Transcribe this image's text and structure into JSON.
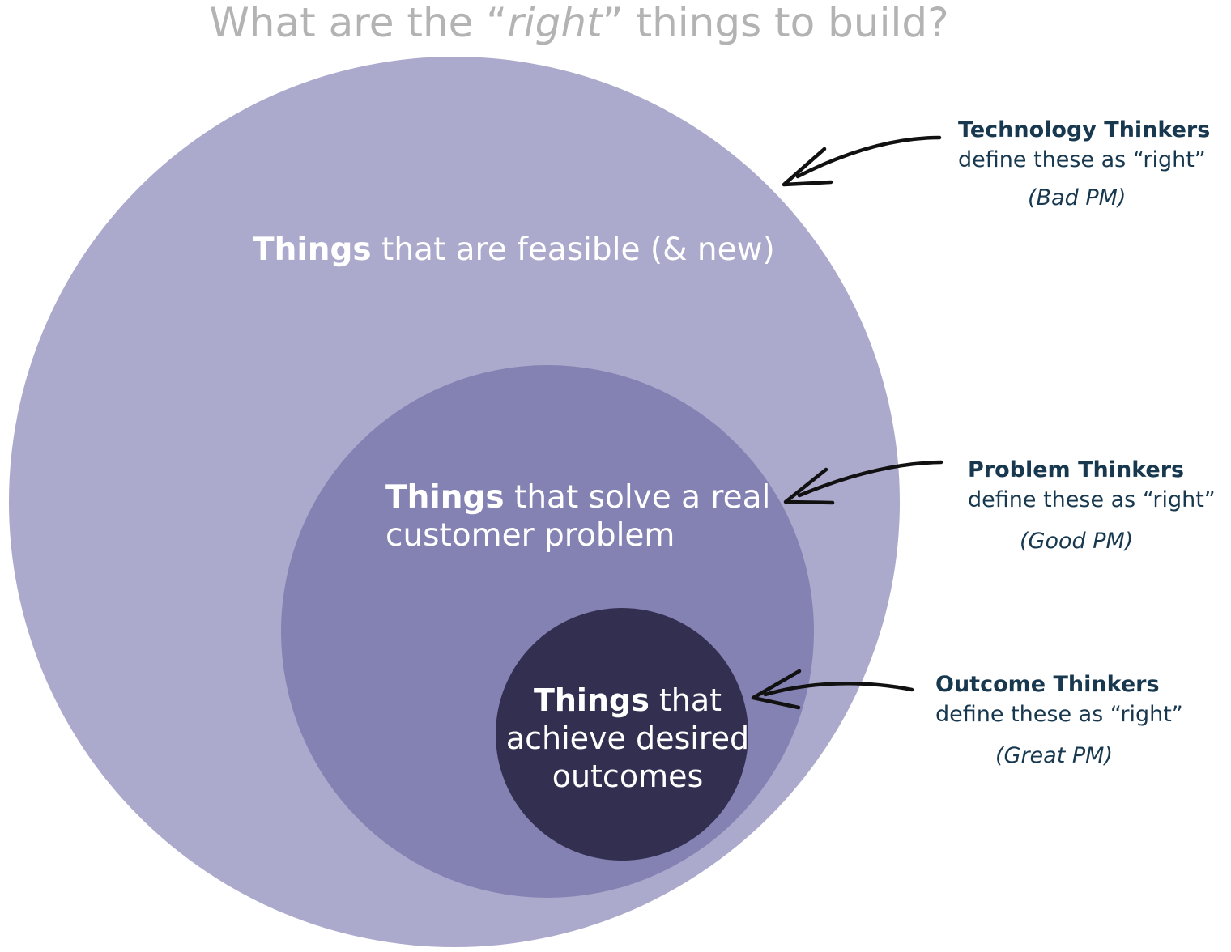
{
  "title": {
    "before": "What are the “",
    "emphasis": "right",
    "after": "” things to build?"
  },
  "circles": {
    "outer": {
      "bold": "Things",
      "text": " that are feasible (& new)",
      "color": "#abaacc"
    },
    "middle": {
      "bold": "Things",
      "line1": " that solve a real",
      "line2": "customer problem",
      "color": "#8481b3"
    },
    "inner": {
      "bold": "Things",
      "line1": " that",
      "line2": "achieve desired",
      "line3": "outcomes",
      "color": "#332f50"
    }
  },
  "thinkers": [
    {
      "name": "Technology Thinkers",
      "desc": "define these as “right”",
      "pm": "(Bad PM)"
    },
    {
      "name": "Problem Thinkers",
      "desc": "define these as “right”",
      "pm": "(Good PM)"
    },
    {
      "name": "Outcome Thinkers",
      "desc": "define these as “right”",
      "pm": "(Great PM)"
    }
  ],
  "colors": {
    "title": "#b3b3b3",
    "thinker_text": "#17384f",
    "arrow": "#111111"
  }
}
